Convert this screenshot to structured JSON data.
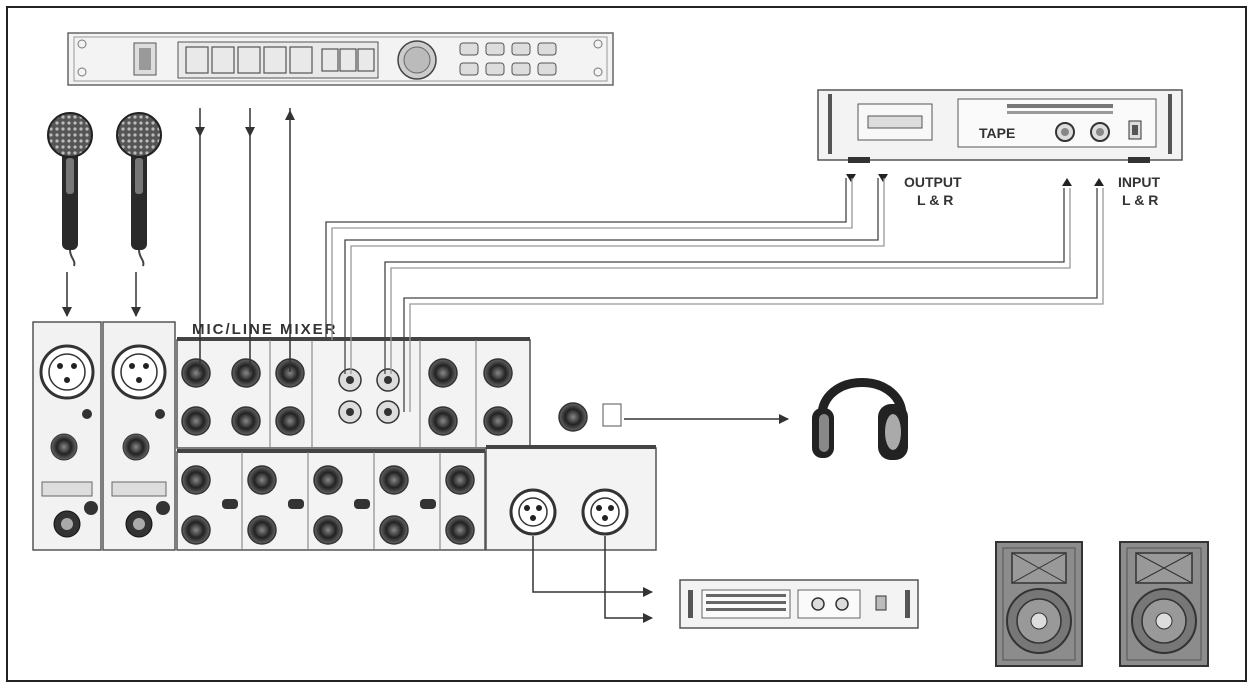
{
  "mixer": {
    "title": "MIC/LINE MIXER"
  },
  "tape": {
    "name": "TAPE",
    "output_label_1": "OUTPUT",
    "output_label_2": "L & R",
    "input_label_1": "INPUT",
    "input_label_2": "L & R"
  },
  "icons": {
    "mic": "microphone-icon",
    "headphones": "headphones-icon",
    "speaker": "speaker-icon"
  },
  "colors": {
    "line": "#444444",
    "panel": "#f4f4f4",
    "jack": "#333333",
    "speaker_face": "#8c8c8c"
  }
}
